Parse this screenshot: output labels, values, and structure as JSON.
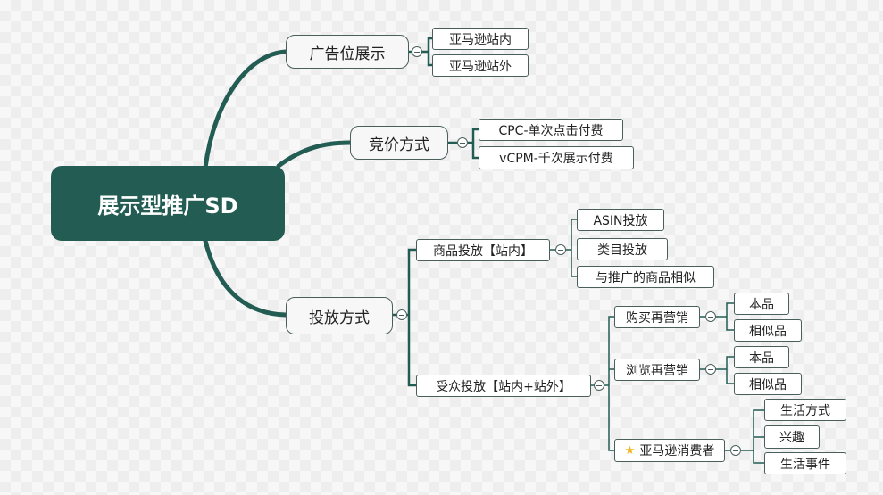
{
  "root": {
    "label": "展示型推广SD"
  },
  "placement": {
    "label": "广告位展示",
    "children": [
      "亚马逊站内",
      "亚马逊站外"
    ]
  },
  "bidding": {
    "label": "竞价方式",
    "children": [
      "CPC-单次点击付费",
      "vCPM-千次展示付费"
    ]
  },
  "targeting": {
    "label": "投放方式",
    "product": {
      "label": "商品投放【站内】",
      "children": [
        "ASIN投放",
        "类目投放",
        "与推广的商品相似"
      ]
    },
    "audience": {
      "label": "受众投放【站内+站外】",
      "purchase_remarketing": {
        "label": "购买再营销",
        "children": [
          "本品",
          "相似品"
        ]
      },
      "views_remarketing": {
        "label": "浏览再营销",
        "children": [
          "本品",
          "相似品"
        ]
      },
      "amazon_consumers": {
        "label": "亚马逊消费者",
        "icon": "star-icon",
        "icon_color": "#f3b320",
        "children": [
          "生活方式",
          "兴趣",
          "生活事件"
        ]
      }
    }
  },
  "colors": {
    "root_bg": "#235c53",
    "branch": "#235c53",
    "border": "#4a5f5c"
  }
}
